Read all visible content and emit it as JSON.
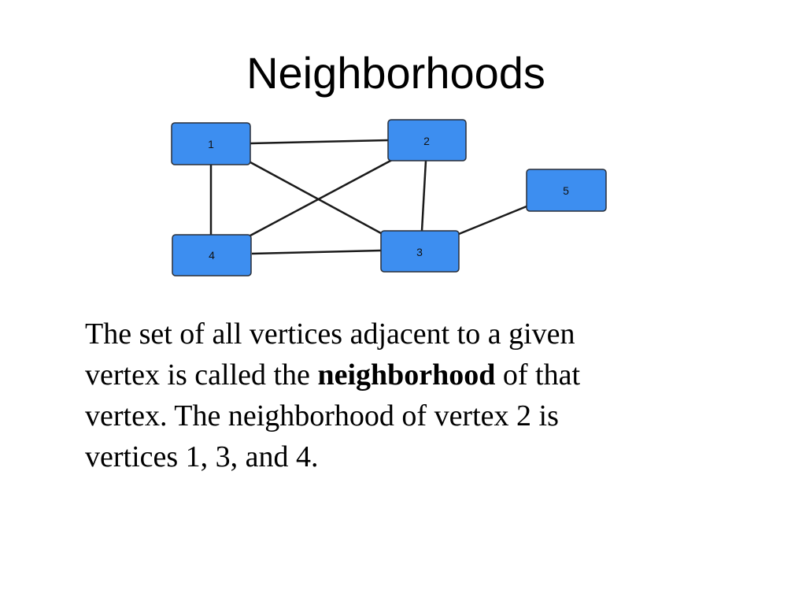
{
  "slide": {
    "title": "Neighborhoods",
    "diagram": {
      "nodes": [
        {
          "id": "1",
          "label": "1"
        },
        {
          "id": "2",
          "label": "2"
        },
        {
          "id": "3",
          "label": "3"
        },
        {
          "id": "4",
          "label": "4"
        },
        {
          "id": "5",
          "label": "5"
        }
      ],
      "edges": [
        [
          "1",
          "2"
        ],
        [
          "1",
          "4"
        ],
        [
          "1",
          "3"
        ],
        [
          "2",
          "4"
        ],
        [
          "2",
          "3"
        ],
        [
          "4",
          "3"
        ],
        [
          "3",
          "5"
        ]
      ],
      "node_fill": "#3d8ef0"
    },
    "body": {
      "line1": "The set of all vertices adjacent to a given",
      "line2_pre": "vertex is called the ",
      "line2_bold": "neighborhood",
      "line2_post": " of that",
      "line3": "vertex. The neighborhood of vertex 2 is",
      "line4": "vertices 1, 3,  and 4."
    }
  }
}
